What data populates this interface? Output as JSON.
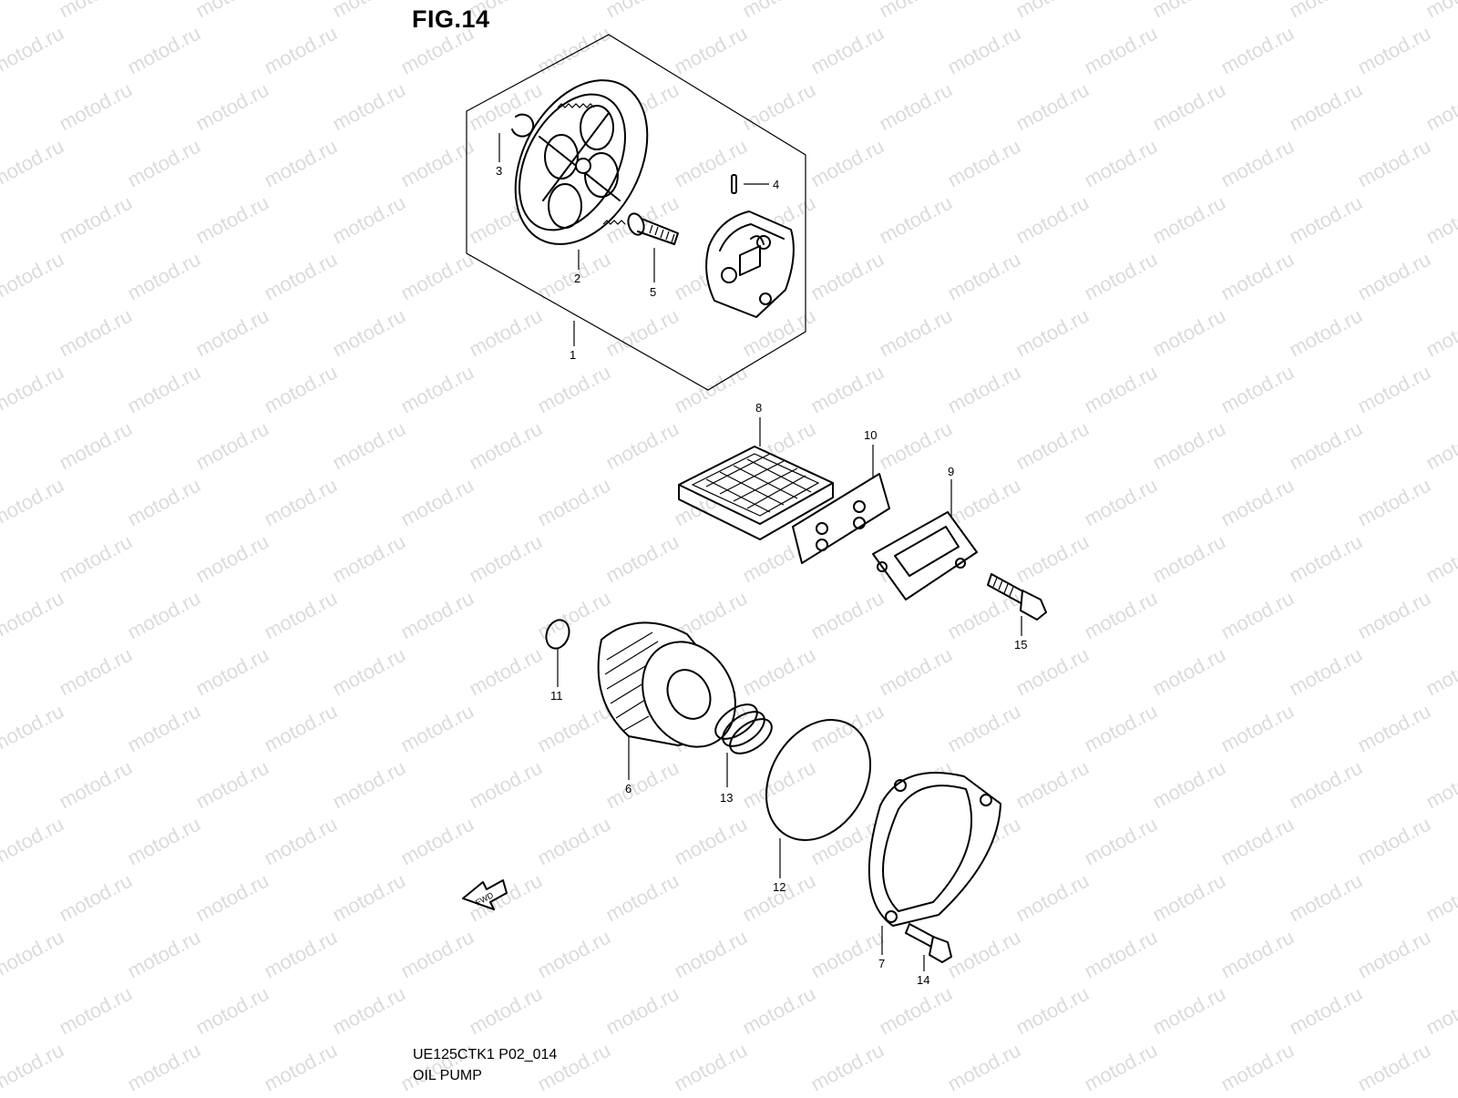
{
  "figure": {
    "title": "FIG.14",
    "model_code": "UE125CTK1 P02_014",
    "caption": "OIL PUMP",
    "watermark": "motod.ru",
    "fwd_label": "FWD"
  },
  "callouts": [
    {
      "id": "1",
      "label": "1"
    },
    {
      "id": "2",
      "label": "2"
    },
    {
      "id": "3",
      "label": "3"
    },
    {
      "id": "4",
      "label": "4"
    },
    {
      "id": "5",
      "label": "5"
    },
    {
      "id": "6",
      "label": "6"
    },
    {
      "id": "7",
      "label": "7"
    },
    {
      "id": "8",
      "label": "8"
    },
    {
      "id": "9",
      "label": "9"
    },
    {
      "id": "10",
      "label": "10"
    },
    {
      "id": "11",
      "label": "11"
    },
    {
      "id": "12",
      "label": "12"
    },
    {
      "id": "13",
      "label": "13"
    },
    {
      "id": "14",
      "label": "14"
    },
    {
      "id": "15",
      "label": "15"
    }
  ]
}
